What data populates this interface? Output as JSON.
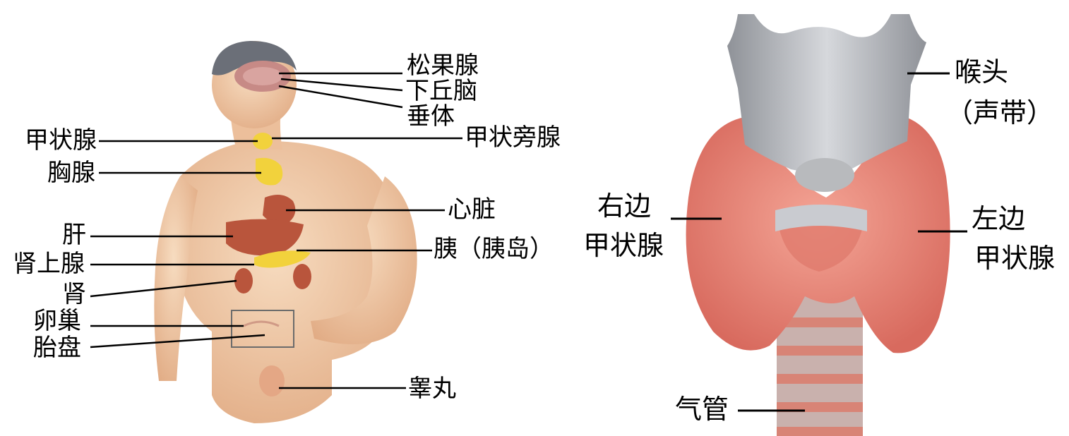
{
  "colors": {
    "skin": "#f1c9a4",
    "skin_shadow": "#d9a27c",
    "hair": "#6b6f78",
    "gland_yellow": "#f2d23c",
    "organ_red": "#b9553c",
    "thyroid": "#e7877a",
    "thyroid_dark": "#c8625a",
    "cartilage": "#b9bbc0",
    "line": "#000000"
  },
  "left_diagram": {
    "labels": {
      "pineal": "松果腺",
      "hypothalamus": "下丘脑",
      "pituitary": "垂体",
      "thyroid": "甲状腺",
      "parathyroid": "甲状旁腺",
      "thymus": "胸腺",
      "heart": "心脏",
      "liver": "肝",
      "pancreas": "胰（胰岛）",
      "adrenal": "肾上腺",
      "kidney": "肾",
      "ovary": "卵巢",
      "placenta": "胎盘",
      "testis": "睾丸"
    }
  },
  "right_diagram": {
    "labels": {
      "larynx_line1": "喉头",
      "larynx_line2": "（声带）",
      "right_lobe_line1": "右边",
      "right_lobe_line2": "甲状腺",
      "left_lobe_line1": "左边",
      "left_lobe_line2": "甲状腺",
      "trachea": "气管"
    }
  }
}
